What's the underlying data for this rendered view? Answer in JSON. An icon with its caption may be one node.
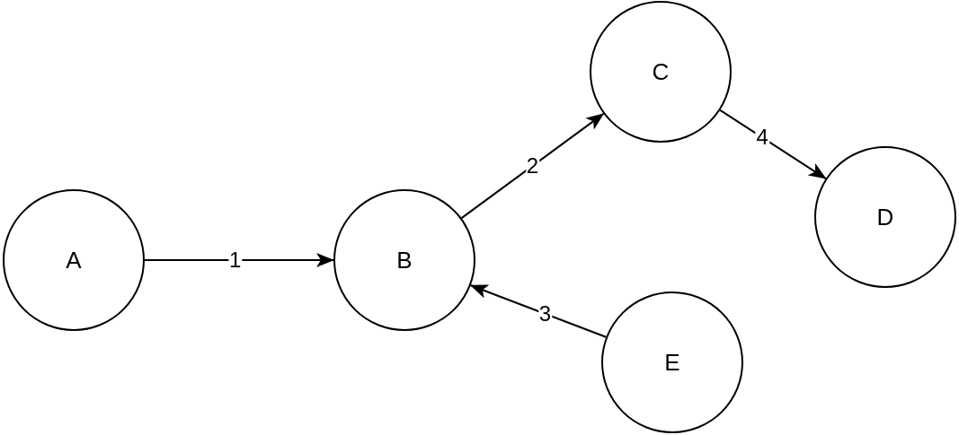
{
  "diagram": {
    "nodes": [
      {
        "text": [
          "A"
        ]
      },
      {
        "text": [
          "B"
        ]
      },
      {
        "text": [
          "C"
        ]
      },
      {
        "text": [
          "D"
        ]
      },
      {
        "text": [
          "E"
        ]
      }
    ],
    "edges": [
      {
        "from": 0,
        "to": 1,
        "arrow": "to",
        "label": "1"
      },
      {
        "from": 1,
        "to": 2,
        "arrow": "to",
        "label": "2"
      },
      {
        "from": 4,
        "to": 1,
        "arrow": "to",
        "label": "3"
      },
      {
        "from": 2,
        "to": 3,
        "arrow": "to",
        "label": "4"
      }
    ]
  }
}
